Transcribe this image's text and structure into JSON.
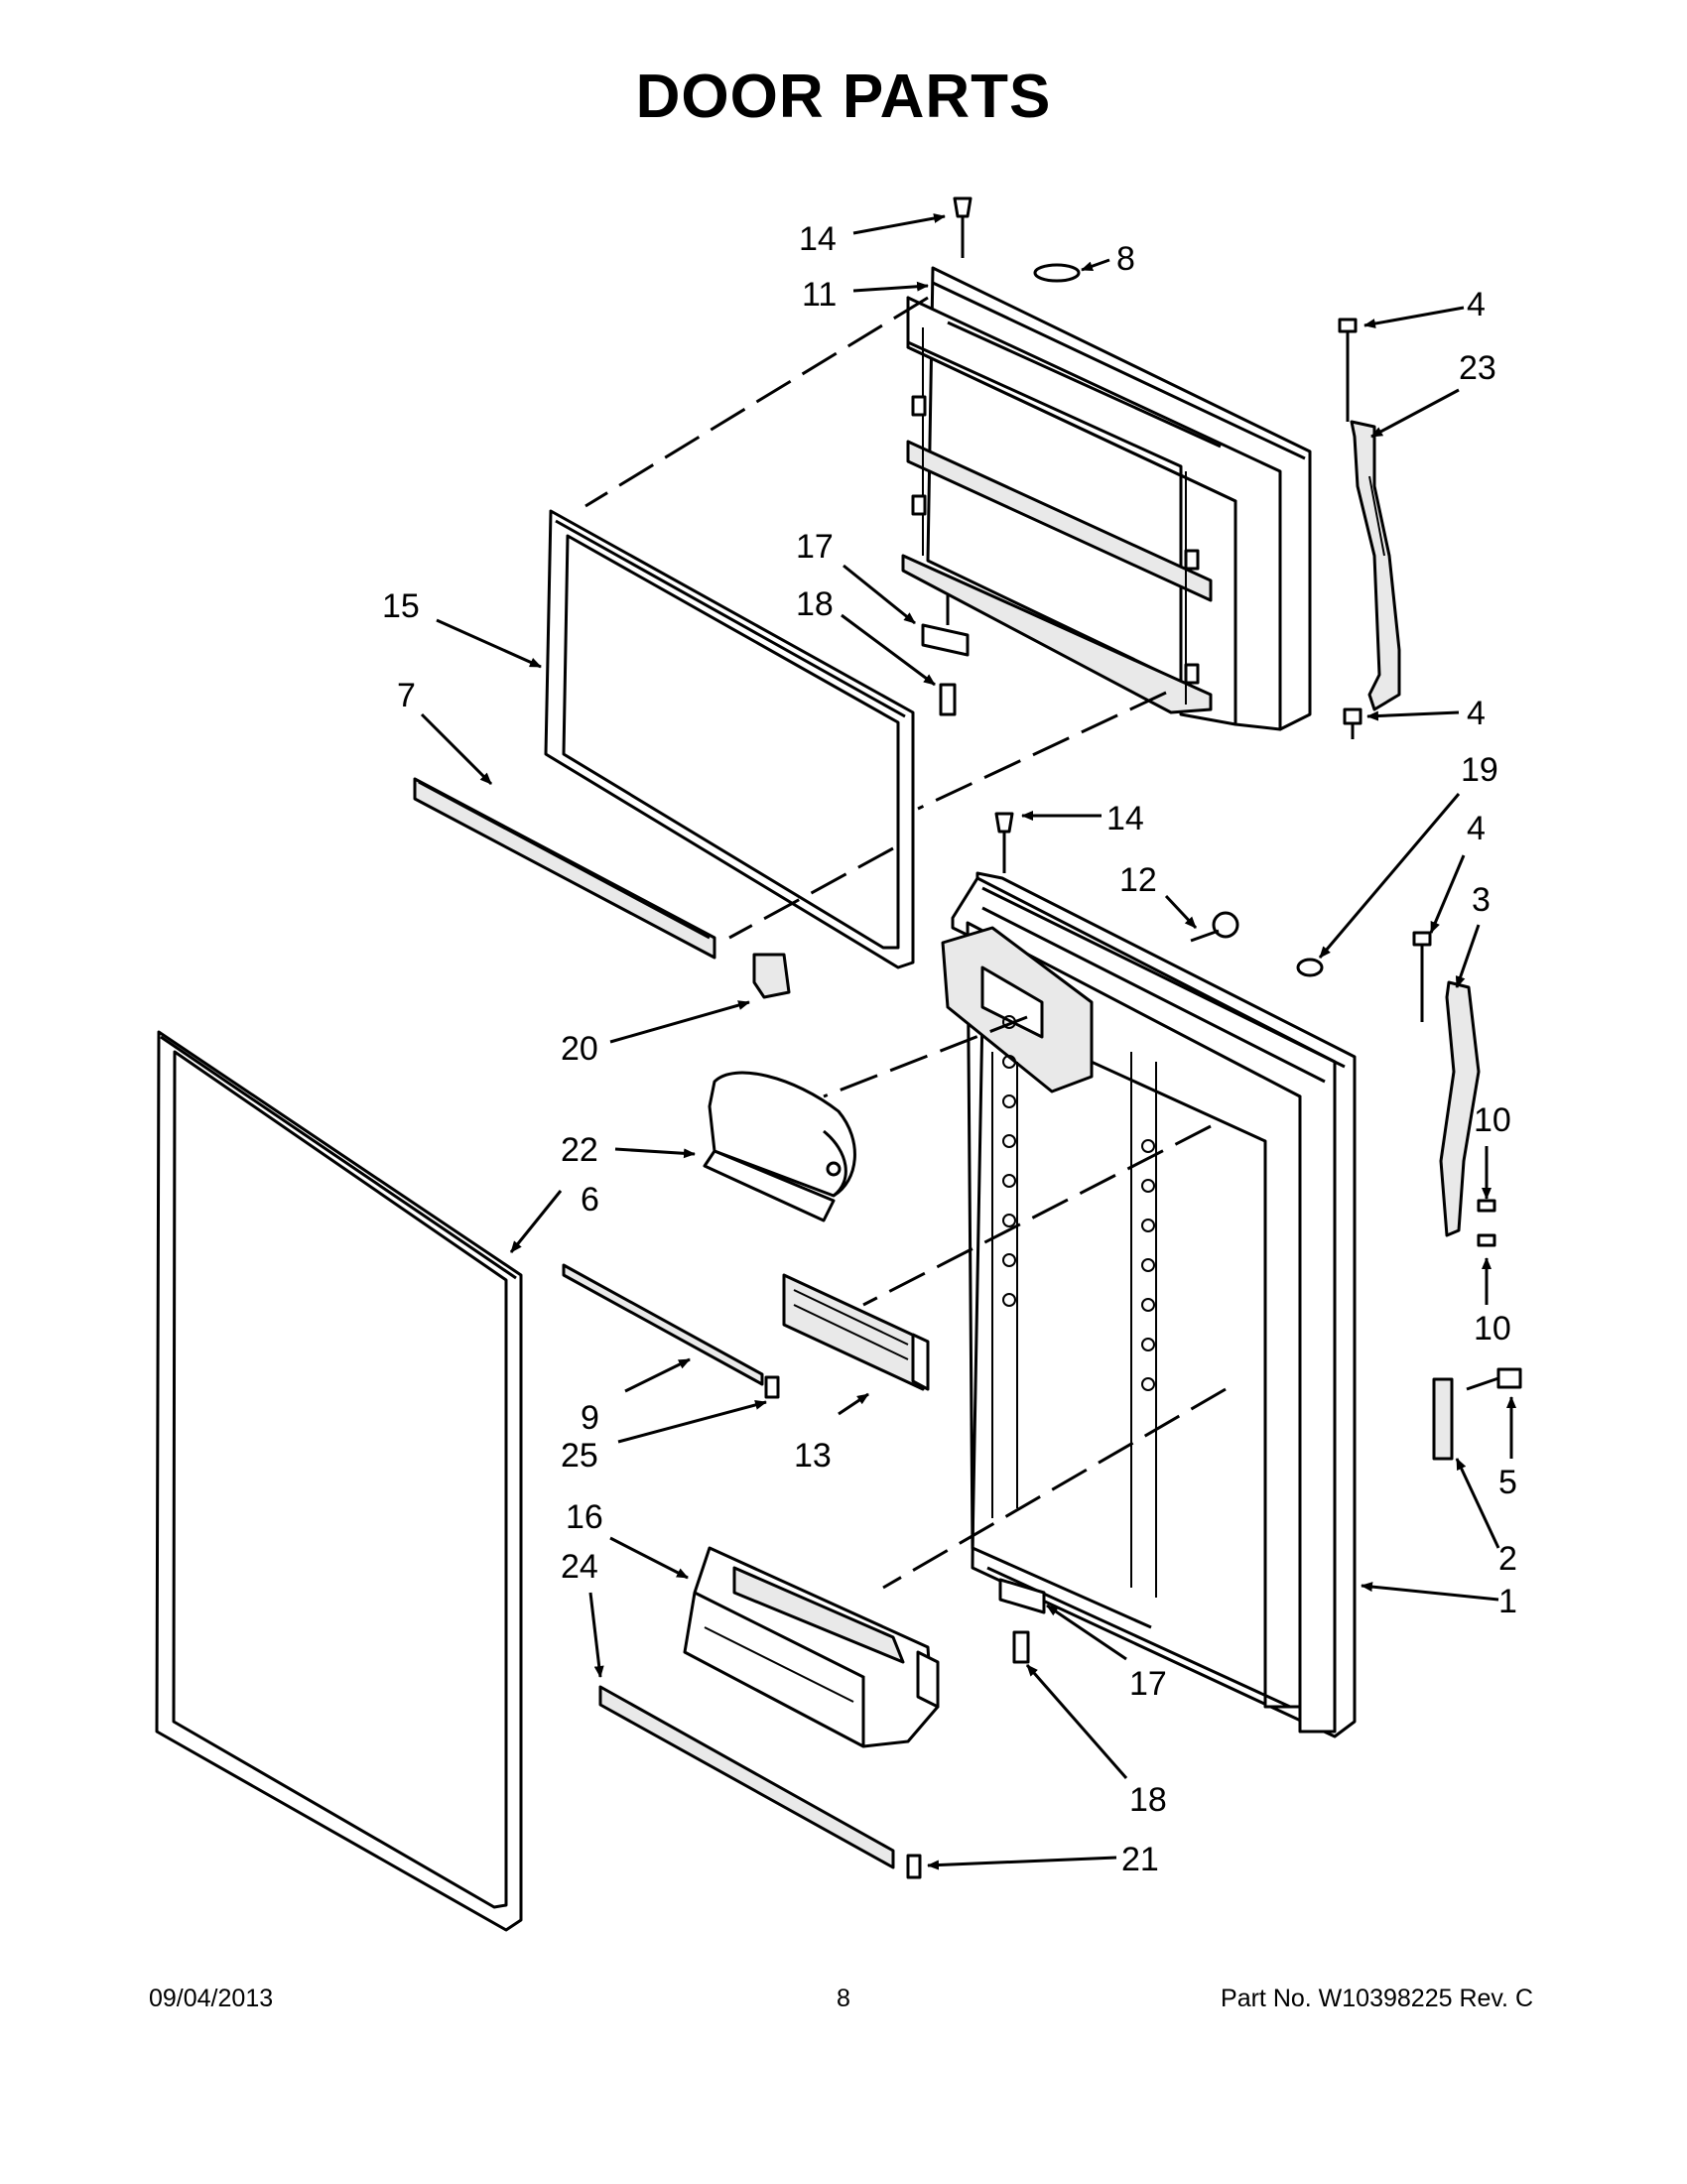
{
  "title": "DOOR PARTS",
  "callouts": [
    "1",
    "2",
    "3",
    "4",
    "5",
    "6",
    "7",
    "8",
    "9",
    "10",
    "11",
    "12",
    "13",
    "14",
    "15",
    "16",
    "17",
    "18",
    "19",
    "20",
    "21",
    "22",
    "23",
    "24",
    "25"
  ],
  "footer": {
    "date": "09/04/2013",
    "page": "8",
    "part_no": "Part No.  W10398225  Rev.  C"
  }
}
